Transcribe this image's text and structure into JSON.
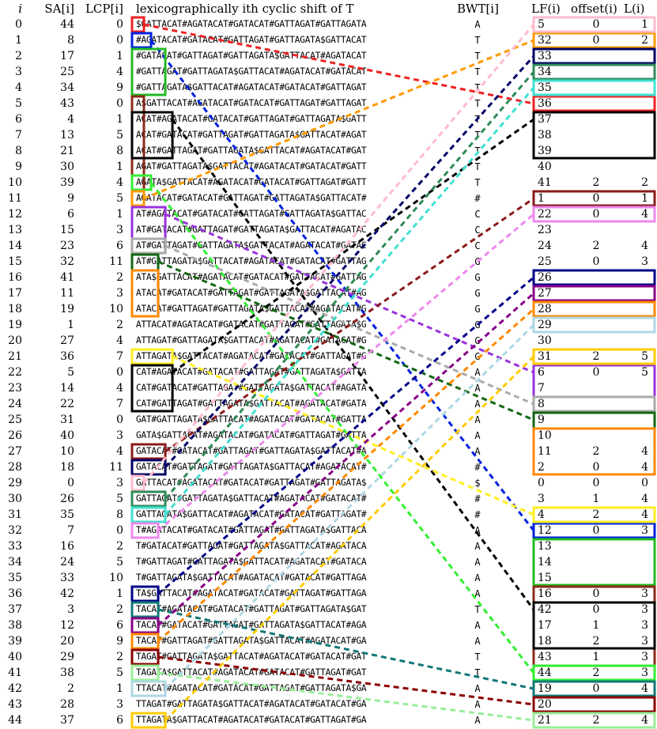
{
  "header": {
    "i": "i",
    "sa": "SA[i]",
    "lcp": "LCP[i]",
    "shift": "lexicographically ith cyclic shift of T",
    "bwt": "BWT[i]",
    "lf": "LF(i)",
    "offset": "offset(i)",
    "len": "L(i)"
  },
  "rows": [
    {
      "i": "0",
      "sa": "44",
      "lcp": "0",
      "shift": "$GATTACAT#AGATACAT#GATACAT#GATTAGAT#GATTAGATA",
      "bwt": "A",
      "lf": "5",
      "offset": "0",
      "len": "1"
    },
    {
      "i": "1",
      "sa": "8",
      "lcp": "0",
      "shift": "#AGATACAT#GATACAT#GATTAGAT#GATTAGATA$GATTACAT",
      "bwt": "T",
      "lf": "32",
      "offset": "0",
      "len": "2"
    },
    {
      "i": "2",
      "sa": "17",
      "lcp": "1",
      "shift": "#GATACAT#GATTAGAT#GATTAGATA$GATTACAT#AGATACAT",
      "bwt": "T",
      "lf": "33",
      "offset": "",
      "len": ""
    },
    {
      "i": "3",
      "sa": "25",
      "lcp": "4",
      "shift": "#GATTAGAT#GATTAGATA$GATTACAT#AGATACAT#GATACAT",
      "bwt": "T",
      "lf": "34",
      "offset": "",
      "len": ""
    },
    {
      "i": "4",
      "sa": "34",
      "lcp": "9",
      "shift": "#GATTAGATA$GATTACAT#AGATACAT#GATACAT#GATTAGAT",
      "bwt": "T",
      "lf": "35",
      "offset": "",
      "len": ""
    },
    {
      "i": "5",
      "sa": "43",
      "lcp": "0",
      "shift": "A$GATTACAT#AGATACAT#GATACAT#GATTAGAT#GATTAGAT",
      "bwt": "T",
      "lf": "36",
      "offset": "",
      "len": ""
    },
    {
      "i": "6",
      "sa": "4",
      "lcp": "1",
      "shift": "ACAT#AGATACAT#GATACAT#GATTAGAT#GATTAGATA$GATT",
      "bwt": "T",
      "lf": "37",
      "offset": "",
      "len": ""
    },
    {
      "i": "7",
      "sa": "13",
      "lcp": "5",
      "shift": "ACAT#GATACAT#GATTAGAT#GATTAGATA$GATTACAT#AGAT",
      "bwt": "T",
      "lf": "38",
      "offset": "",
      "len": ""
    },
    {
      "i": "8",
      "sa": "21",
      "lcp": "8",
      "shift": "ACAT#GATTAGAT#GATTAGATA$GATTACAT#AGATACAT#GAT",
      "bwt": "T",
      "lf": "39",
      "offset": "",
      "len": ""
    },
    {
      "i": "9",
      "sa": "30",
      "lcp": "1",
      "shift": "AGAT#GATTAGATA$GATTACAT#AGATACAT#GATACAT#GATT",
      "bwt": "T",
      "lf": "40",
      "offset": "",
      "len": ""
    },
    {
      "i": "10",
      "sa": "39",
      "lcp": "4",
      "shift": "AGATA$GATTACAT#AGATACAT#GATACAT#GATTAGAT#GATT",
      "bwt": "T",
      "lf": "41",
      "offset": "2",
      "len": "2"
    },
    {
      "i": "11",
      "sa": "9",
      "lcp": "5",
      "shift": "AGATACAT#GATACAT#GATTAGAT#GATTAGATA$GATTACAT#",
      "bwt": "#",
      "lf": "1",
      "offset": "0",
      "len": "1"
    },
    {
      "i": "12",
      "sa": "6",
      "lcp": "1",
      "shift": "AT#AGATACAT#GATACAT#GATTAGAT#GATTAGATA$GATTAC",
      "bwt": "C",
      "lf": "22",
      "offset": "0",
      "len": "4"
    },
    {
      "i": "13",
      "sa": "15",
      "lcp": "3",
      "shift": "AT#GATACAT#GATTAGAT#GATTAGATA$GATTACAT#AGATAC",
      "bwt": "C",
      "lf": "23",
      "offset": "",
      "len": ""
    },
    {
      "i": "14",
      "sa": "23",
      "lcp": "6",
      "shift": "AT#GATTAGAT#GATTAGATA$GATTACAT#AGATACAT#GATAC",
      "bwt": "C",
      "lf": "24",
      "offset": "2",
      "len": "4"
    },
    {
      "i": "15",
      "sa": "32",
      "lcp": "11",
      "shift": "AT#GATTAGATA$GATTACAT#AGATACAT#GATACAT#GATTAG",
      "bwt": "G",
      "lf": "25",
      "offset": "0",
      "len": "3"
    },
    {
      "i": "16",
      "sa": "41",
      "lcp": "2",
      "shift": "ATA$GATTACAT#AGATACAT#GATACAT#GATTAGAT#GATTAG",
      "bwt": "G",
      "lf": "26",
      "offset": "",
      "len": ""
    },
    {
      "i": "17",
      "sa": "11",
      "lcp": "3",
      "shift": "ATACAT#GATACAT#GATTAGAT#GATTAGATA$GATTACAT#AG",
      "bwt": "G",
      "lf": "27",
      "offset": "",
      "len": ""
    },
    {
      "i": "18",
      "sa": "19",
      "lcp": "10",
      "shift": "ATACAT#GATTAGAT#GATTAGATA$GATTACAT#AGATACAT#G",
      "bwt": "G",
      "lf": "28",
      "offset": "",
      "len": ""
    },
    {
      "i": "19",
      "sa": "1",
      "lcp": "2",
      "shift": "ATTACAT#AGATACAT#GATACAT#GATTAGAT#GATTAGATA$G",
      "bwt": "G",
      "lf": "29",
      "offset": "",
      "len": ""
    },
    {
      "i": "20",
      "sa": "27",
      "lcp": "4",
      "shift": "ATTAGAT#GATTAGATA$GATTACAT#AGATACAT#GATACAT#G",
      "bwt": "G",
      "lf": "30",
      "offset": "",
      "len": ""
    },
    {
      "i": "21",
      "sa": "36",
      "lcp": "7",
      "shift": "ATTAGATA$GATTACAT#AGATACAT#GATACAT#GATTAGAT#G",
      "bwt": "G",
      "lf": "31",
      "offset": "2",
      "len": "5"
    },
    {
      "i": "22",
      "sa": "5",
      "lcp": "0",
      "shift": "CAT#AGATACAT#GATACAT#GATTAGAT#GATTAGATA$GATTA",
      "bwt": "A",
      "lf": "6",
      "offset": "0",
      "len": "5"
    },
    {
      "i": "23",
      "sa": "14",
      "lcp": "4",
      "shift": "CAT#GATACAT#GATTAGAT#GATTAGATA$GATTACAT#AGATA",
      "bwt": "A",
      "lf": "7",
      "offset": "",
      "len": ""
    },
    {
      "i": "24",
      "sa": "22",
      "lcp": "7",
      "shift": "CAT#GATTAGAT#GATTAGATA$GATTACAT#AGATACAT#GATA",
      "bwt": "A",
      "lf": "8",
      "offset": "",
      "len": ""
    },
    {
      "i": "25",
      "sa": "31",
      "lcp": "0",
      "shift": "GAT#GATTAGATA$GATTACAT#AGATACAT#GATACAT#GATTA",
      "bwt": "A",
      "lf": "9",
      "offset": "",
      "len": ""
    },
    {
      "i": "26",
      "sa": "40",
      "lcp": "3",
      "shift": "GATA$GATTACAT#AGATACAT#GATACAT#GATTAGAT#GATTA",
      "bwt": "A",
      "lf": "10",
      "offset": "",
      "len": ""
    },
    {
      "i": "27",
      "sa": "10",
      "lcp": "4",
      "shift": "GATACAT#GATACAT#GATTAGAT#GATTAGATA$GATTACAT#A",
      "bwt": "A",
      "lf": "11",
      "offset": "2",
      "len": "4"
    },
    {
      "i": "28",
      "sa": "18",
      "lcp": "11",
      "shift": "GATACAT#GATTAGAT#GATTAGATA$GATTACAT#AGATACAT#",
      "bwt": "#",
      "lf": "2",
      "offset": "0",
      "len": "4"
    },
    {
      "i": "29",
      "sa": "0",
      "lcp": "3",
      "shift": "GATTACAT#AGATACAT#GATACAT#GATTAGAT#GATTAGATA$",
      "bwt": "$",
      "lf": "0",
      "offset": "0",
      "len": "0"
    },
    {
      "i": "30",
      "sa": "26",
      "lcp": "5",
      "shift": "GATTAGAT#GATTAGATA$GATTACAT#AGATACAT#GATACAT#",
      "bwt": "#",
      "lf": "3",
      "offset": "1",
      "len": "4"
    },
    {
      "i": "31",
      "sa": "35",
      "lcp": "8",
      "shift": "GATTAGATA$GATTACAT#AGATACAT#GATACAT#GATTAGAT#",
      "bwt": "#",
      "lf": "4",
      "offset": "2",
      "len": "4"
    },
    {
      "i": "32",
      "sa": "7",
      "lcp": "0",
      "shift": "T#AGATACAT#GATACAT#GATTAGAT#GATTAGATA$GATTACA",
      "bwt": "A",
      "lf": "12",
      "offset": "0",
      "len": "3"
    },
    {
      "i": "33",
      "sa": "16",
      "lcp": "2",
      "shift": "T#GATACAT#GATTAGAT#GATTAGATA$GATTACAT#AGATACA",
      "bwt": "A",
      "lf": "13",
      "offset": "",
      "len": ""
    },
    {
      "i": "34",
      "sa": "24",
      "lcp": "5",
      "shift": "T#GATTAGAT#GATTAGATA$GATTACAT#AGATACAT#GATACA",
      "bwt": "A",
      "lf": "14",
      "offset": "",
      "len": ""
    },
    {
      "i": "35",
      "sa": "33",
      "lcp": "10",
      "shift": "T#GATTAGATA$GATTACAT#AGATACAT#GATACAT#GATTAGA",
      "bwt": "A",
      "lf": "15",
      "offset": "",
      "len": ""
    },
    {
      "i": "36",
      "sa": "42",
      "lcp": "1",
      "shift": "TA$GATTACAT#AGATACAT#GATACAT#GATTAGAT#GATTAGA",
      "bwt": "A",
      "lf": "16",
      "offset": "0",
      "len": "3"
    },
    {
      "i": "37",
      "sa": "3",
      "lcp": "2",
      "shift": "TACAT#AGATACAT#GATACAT#GATTAGAT#GATTAGATA$GAT",
      "bwt": "T",
      "lf": "42",
      "offset": "0",
      "len": "3"
    },
    {
      "i": "38",
      "sa": "12",
      "lcp": "6",
      "shift": "TACAT#GATACAT#GATTAGAT#GATTAGATA$GATTACAT#AGA",
      "bwt": "A",
      "lf": "17",
      "offset": "1",
      "len": "3"
    },
    {
      "i": "39",
      "sa": "20",
      "lcp": "9",
      "shift": "TACAT#GATTAGAT#GATTAGATA$GATTACAT#AGATACAT#GA",
      "bwt": "A",
      "lf": "18",
      "offset": "2",
      "len": "3"
    },
    {
      "i": "40",
      "sa": "29",
      "lcp": "2",
      "shift": "TAGAT#GATTAGATA$GATTACAT#AGATACAT#GATACAT#GAT",
      "bwt": "T",
      "lf": "43",
      "offset": "1",
      "len": "3"
    },
    {
      "i": "41",
      "sa": "38",
      "lcp": "5",
      "shift": "TAGATA$GATTACAT#AGATACAT#GATACAT#GATTAGAT#GAT",
      "bwt": "T",
      "lf": "44",
      "offset": "2",
      "len": "3"
    },
    {
      "i": "42",
      "sa": "2",
      "lcp": "1",
      "shift": "TTACAT#AGATACAT#GATACAT#GATTAGAT#GATTAGATA$GA",
      "bwt": "A",
      "lf": "19",
      "offset": "0",
      "len": "4"
    },
    {
      "i": "43",
      "sa": "28",
      "lcp": "3",
      "shift": "TTAGAT#GATTAGATA$GATTACAT#AGATACAT#GATACAT#GA",
      "bwt": "A",
      "lf": "20",
      "offset": "",
      "len": ""
    },
    {
      "i": "44",
      "sa": "37",
      "lcp": "6",
      "shift": "TTAGATA$GATTACAT#AGATACAT#GATACAT#GATTAGAT#GA",
      "bwt": "A",
      "lf": "21",
      "offset": "2",
      "len": "4"
    }
  ],
  "groups": [
    {
      "start": 0,
      "end": 0,
      "width": 1,
      "lf_start": 5,
      "lf_end": 5,
      "color": "#ee2222",
      "target": 5
    },
    {
      "start": 1,
      "end": 1,
      "width": 2,
      "lf_start": 32,
      "lf_end": 32,
      "color": "#0022dd",
      "target": 1
    },
    {
      "start": 2,
      "end": 4,
      "width": 4,
      "lf_start": 33,
      "lf_end": 35,
      "color": "#22bb22",
      "target": null
    },
    {
      "start": 5,
      "end": 11,
      "width": 1,
      "lf_start": 36,
      "lf_end": 41,
      "color": "#8b2a1a",
      "target": null
    },
    {
      "start": 6,
      "end": 8,
      "width": 5,
      "lf_start": 37,
      "lf_end": 39,
      "color": "#000000",
      "target": 22
    },
    {
      "start": 10,
      "end": 10,
      "width": 2,
      "lf_start": 41,
      "lf_end": 41,
      "color": "#33ee33",
      "target": 10
    },
    {
      "start": 11,
      "end": 11,
      "width": 1,
      "lf_start": 1,
      "lf_end": 1,
      "color": "#ff9900",
      "target": 11
    },
    {
      "start": 12,
      "end": 14,
      "width": 4,
      "lf_start": 22,
      "lf_end": 24,
      "color": "#9933dd",
      "target": 12
    },
    {
      "start": 14,
      "end": 14,
      "width": 4,
      "lf_start": 24,
      "lf_end": 24,
      "color": "#aaaaaa",
      "target": 14
    },
    {
      "start": 15,
      "end": 18,
      "width": 3,
      "lf_start": 25,
      "lf_end": 28,
      "color": "#116611",
      "target": 15
    },
    {
      "start": 16,
      "end": 18,
      "width": 3,
      "lf_start": 26,
      "lf_end": 28,
      "color": "#ff8800",
      "target": null
    },
    {
      "start": 21,
      "end": 21,
      "width": 5,
      "lf_start": 31,
      "lf_end": 31,
      "color": "#ffee22",
      "target": 21
    },
    {
      "start": 22,
      "end": 24,
      "width": 5,
      "lf_start": 6,
      "lf_end": 8,
      "color": "#000000",
      "target": 22
    },
    {
      "start": 27,
      "end": 27,
      "width": 4,
      "lf_start": 11,
      "lf_end": 11,
      "color": "#8b1a1a",
      "target": 27
    },
    {
      "start": 28,
      "end": 28,
      "width": 4,
      "lf_start": 2,
      "lf_end": 2,
      "color": "#000066",
      "target": 28
    },
    {
      "start": 29,
      "end": 29,
      "width": 1,
      "lf_start": 0,
      "lf_end": 0,
      "color": "#ffbbcc",
      "target": 29
    },
    {
      "start": 30,
      "end": 30,
      "width": 4,
      "lf_start": 3,
      "lf_end": 3,
      "color": "#2e8b57",
      "target": 30
    },
    {
      "start": 31,
      "end": 31,
      "width": 4,
      "lf_start": 4,
      "lf_end": 4,
      "color": "#40e0d0",
      "target": 31
    },
    {
      "start": 32,
      "end": 32,
      "width": 3,
      "lf_start": 12,
      "lf_end": 12,
      "color": "#ee88ee",
      "target": 32
    },
    {
      "start": 36,
      "end": 36,
      "width": 3,
      "lf_start": 16,
      "lf_end": 16,
      "color": "#000088",
      "target": 36
    },
    {
      "start": 37,
      "end": 37,
      "width": 3,
      "lf_start": 42,
      "lf_end": 42,
      "color": "#117777",
      "target": 37
    },
    {
      "start": 38,
      "end": 38,
      "width": 3,
      "lf_start": 17,
      "lf_end": 17,
      "color": "#880088",
      "target": 38
    },
    {
      "start": 39,
      "end": 39,
      "width": 3,
      "lf_start": 18,
      "lf_end": 18,
      "color": "#ff8800",
      "target": 39
    },
    {
      "start": 40,
      "end": 40,
      "width": 3,
      "lf_start": 43,
      "lf_end": 43,
      "color": "#8b0000",
      "target": 40
    },
    {
      "start": 41,
      "end": 41,
      "width": 3,
      "lf_start": 44,
      "lf_end": 44,
      "color": "#99ee99",
      "target": 41
    },
    {
      "start": 42,
      "end": 42,
      "width": 4,
      "lf_start": 19,
      "lf_end": 19,
      "color": "#add8e6",
      "target": 42
    },
    {
      "start": 44,
      "end": 44,
      "width": 4,
      "lf_start": 21,
      "lf_end": 21,
      "color": "#ffcc00",
      "target": 44
    }
  ]
}
